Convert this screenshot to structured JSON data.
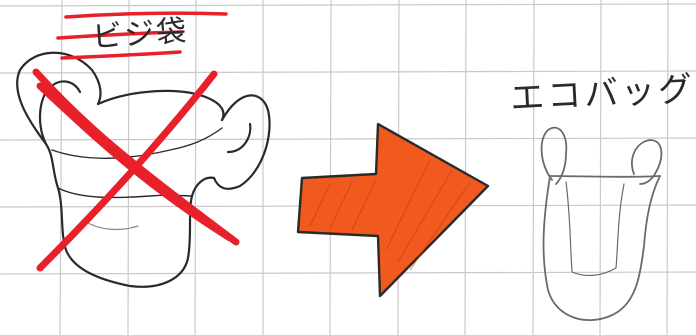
{
  "left_label": "ビジ袋",
  "right_label": "エコバッグ",
  "colors": {
    "paper": "#ffffff",
    "grid": "#c9c9c9",
    "pencil": "#2a2a2a",
    "cross": "#e8202a",
    "arrow_fill": "#f05a1e",
    "bag_outline": "#6a6a6a"
  },
  "icons": [
    "plastic-bag-drawing",
    "red-cross-mark",
    "orange-arrow",
    "eco-bag-drawing"
  ]
}
